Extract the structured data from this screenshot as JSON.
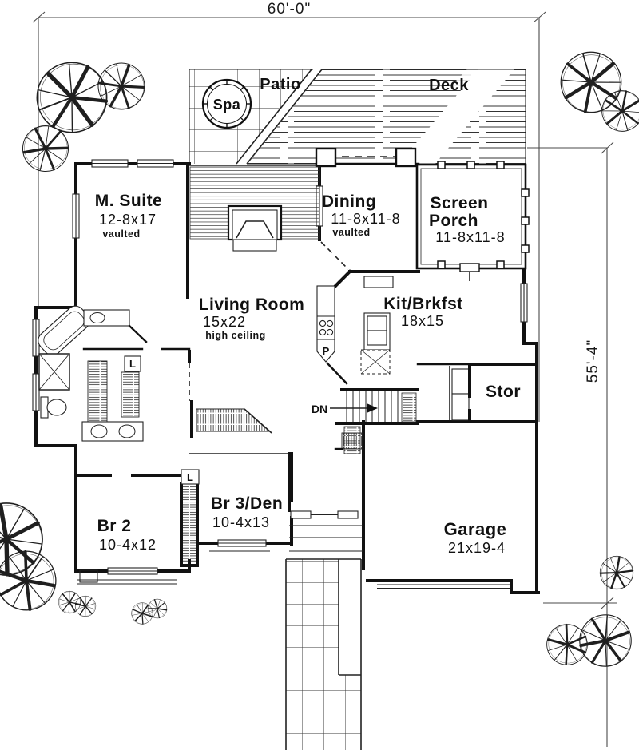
{
  "plan": {
    "dim_width": "60'-0\"",
    "dim_height": "55'-4\"",
    "outdoor": {
      "spa": "Spa",
      "patio": "Patio",
      "deck": "Deck"
    },
    "rooms": {
      "m_suite": {
        "name": "M. Suite",
        "size": "12-8x17",
        "note": "vaulted"
      },
      "dining": {
        "name": "Dining",
        "size": "11-8x11-8",
        "note": "vaulted"
      },
      "screen_porch": {
        "line1": "Screen",
        "line2": "Porch",
        "size": "11-8x11-8"
      },
      "living": {
        "name": "Living Room",
        "size": "15x22",
        "note": "high ceiling"
      },
      "kitchen": {
        "name": "Kit/Brkfst",
        "size": "18x15"
      },
      "storage": {
        "name": "Stor"
      },
      "br3": {
        "name": "Br 3/Den",
        "size": "10-4x13"
      },
      "br2": {
        "name": "Br 2",
        "size": "10-4x12"
      },
      "garage": {
        "name": "Garage",
        "size": "21x19-4"
      }
    },
    "labels": {
      "down": "DN",
      "pantry": "P",
      "linen": "L"
    }
  }
}
